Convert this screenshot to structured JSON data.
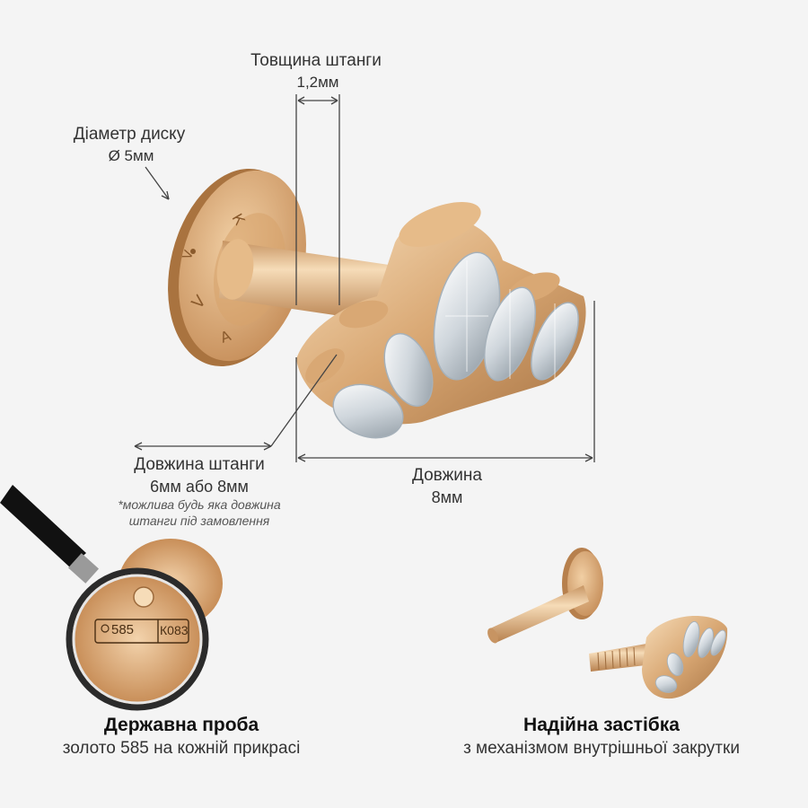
{
  "labels": {
    "bar_thickness_title": "Товщина штанги",
    "bar_thickness_value": "1,2мм",
    "disc_diameter_title": "Діаметр диску",
    "disc_diameter_value": "Ø 5мм",
    "bar_length_title": "Довжина штанги",
    "bar_length_value": "6мм або 8мм",
    "bar_length_note_1": "*можлива будь яка довжина",
    "bar_length_note_2": "штанги під замовлення",
    "length_title": "Довжина",
    "length_value": "8мм"
  },
  "features": {
    "hallmark_title": "Державна проба",
    "hallmark_subtitle": "золото 585 на кожній прикрасі",
    "hallmark_stamp_1": "585",
    "hallmark_stamp_2": "К083",
    "clasp_title": "Надійна застібка",
    "clasp_subtitle": "з механізмом внутрішньої закрутки"
  },
  "colors": {
    "gold_light": "#f3d6b0",
    "gold_mid": "#d9a874",
    "gold_dark": "#9c6a3c",
    "background": "#f4f4f4",
    "line": "#444444"
  }
}
